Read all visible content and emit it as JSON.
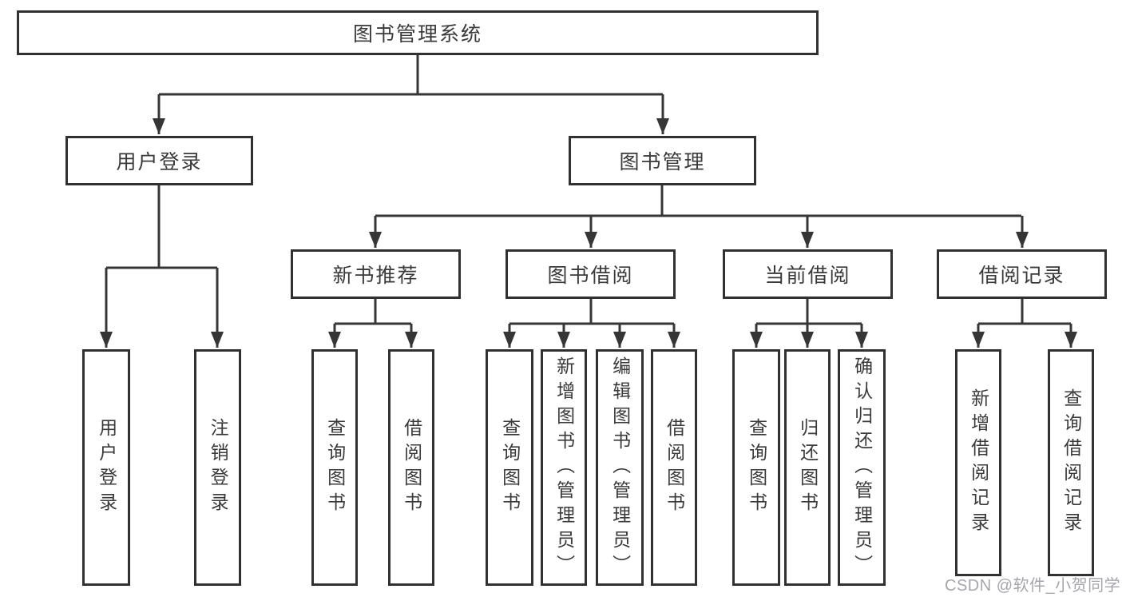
{
  "diagram_type": "hierarchy-tree",
  "colors": {
    "background": "#ffffff",
    "line": "#363636",
    "box_border": "#313131",
    "text": "#3a3a3a",
    "watermark": "#9e9ea6"
  },
  "tree": {
    "root": {
      "label": "图书管理系统",
      "children": [
        {
          "label": "用户登录",
          "children": [
            {
              "label": "用户登录"
            },
            {
              "label": "注销登录"
            }
          ]
        },
        {
          "label": "图书管理",
          "children": [
            {
              "label": "新书推荐",
              "children": [
                {
                  "label": "查询图书"
                },
                {
                  "label": "借阅图书"
                }
              ]
            },
            {
              "label": "图书借阅",
              "children": [
                {
                  "label": "查询图书"
                },
                {
                  "label": "新增图书（管理员）"
                },
                {
                  "label": "编辑图书（管理员）"
                },
                {
                  "label": "借阅图书"
                }
              ]
            },
            {
              "label": "当前借阅",
              "children": [
                {
                  "label": "查询图书"
                },
                {
                  "label": "归还图书"
                },
                {
                  "label": "确认归还（管理员）"
                }
              ]
            },
            {
              "label": "借阅记录",
              "children": [
                {
                  "label": "新增借阅记录"
                },
                {
                  "label": "查询借阅记录"
                }
              ]
            }
          ]
        }
      ]
    }
  },
  "watermark": {
    "text": "CSDN @软件_小贺同学"
  }
}
